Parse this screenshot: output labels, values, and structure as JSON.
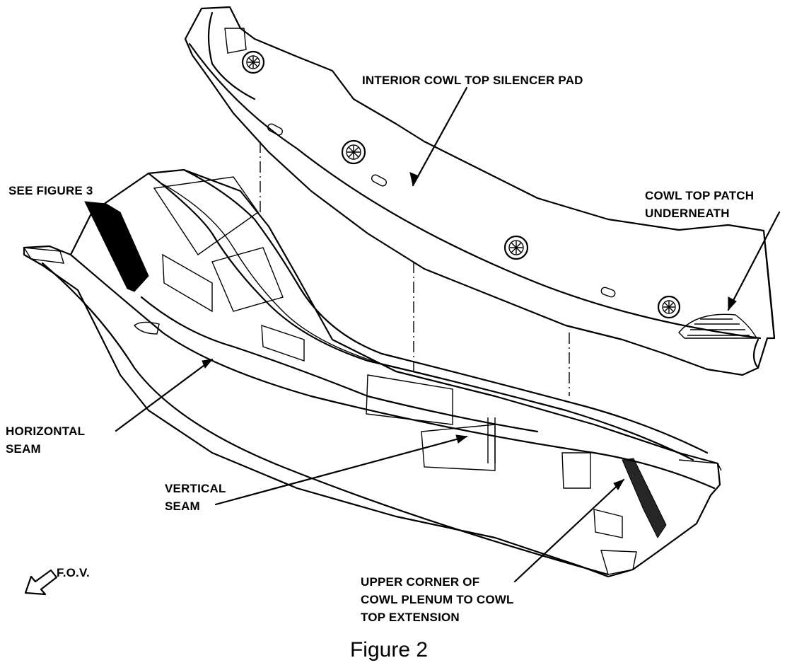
{
  "labels": {
    "silencer_pad": "INTERIOR COWL TOP SILENCER PAD",
    "see_figure": "SEE FIGURE 3",
    "patch_line1": "COWL TOP PATCH",
    "patch_line2": "UNDERNEATH",
    "horizontal_line1": "HORIZONTAL",
    "horizontal_line2": "SEAM",
    "vertical_line1": "VERTICAL",
    "vertical_line2": "SEAM",
    "fov": "F.O.V.",
    "corner_line1": "UPPER CORNER OF",
    "corner_line2": "COWL PLENUM TO COWL",
    "corner_line3": "TOP EXTENSION"
  },
  "caption": "Figure 2",
  "icons": [
    "fov-arrow-icon",
    "fastener-icon",
    "callout-arrow-icon"
  ]
}
